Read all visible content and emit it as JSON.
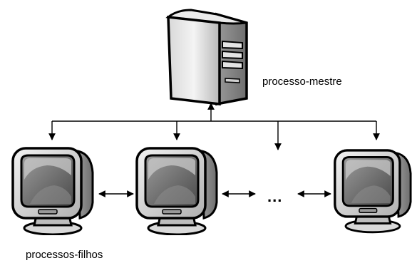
{
  "diagram": {
    "master_label": "processo-mestre",
    "children_label": "processos-filhos",
    "ellipsis": "...",
    "nodes": [
      {
        "id": "master",
        "kind": "server-icon"
      },
      {
        "id": "child-1",
        "kind": "monitor-icon"
      },
      {
        "id": "child-2",
        "kind": "monitor-icon"
      },
      {
        "id": "child-3",
        "kind": "monitor-icon"
      }
    ],
    "edges": [
      {
        "from": "bus",
        "to": "master",
        "style": "arrow"
      },
      {
        "from": "bus",
        "to": "child-1",
        "style": "arrow"
      },
      {
        "from": "bus",
        "to": "child-2",
        "style": "arrow"
      },
      {
        "from": "bus",
        "to": "more-children",
        "style": "arrow"
      },
      {
        "from": "bus",
        "to": "child-3",
        "style": "arrow"
      },
      {
        "from": "child-1",
        "to": "child-2",
        "style": "double-arrow"
      },
      {
        "from": "child-2",
        "to": "ellipsis",
        "style": "double-arrow"
      },
      {
        "from": "ellipsis",
        "to": "child-3",
        "style": "double-arrow"
      }
    ]
  }
}
